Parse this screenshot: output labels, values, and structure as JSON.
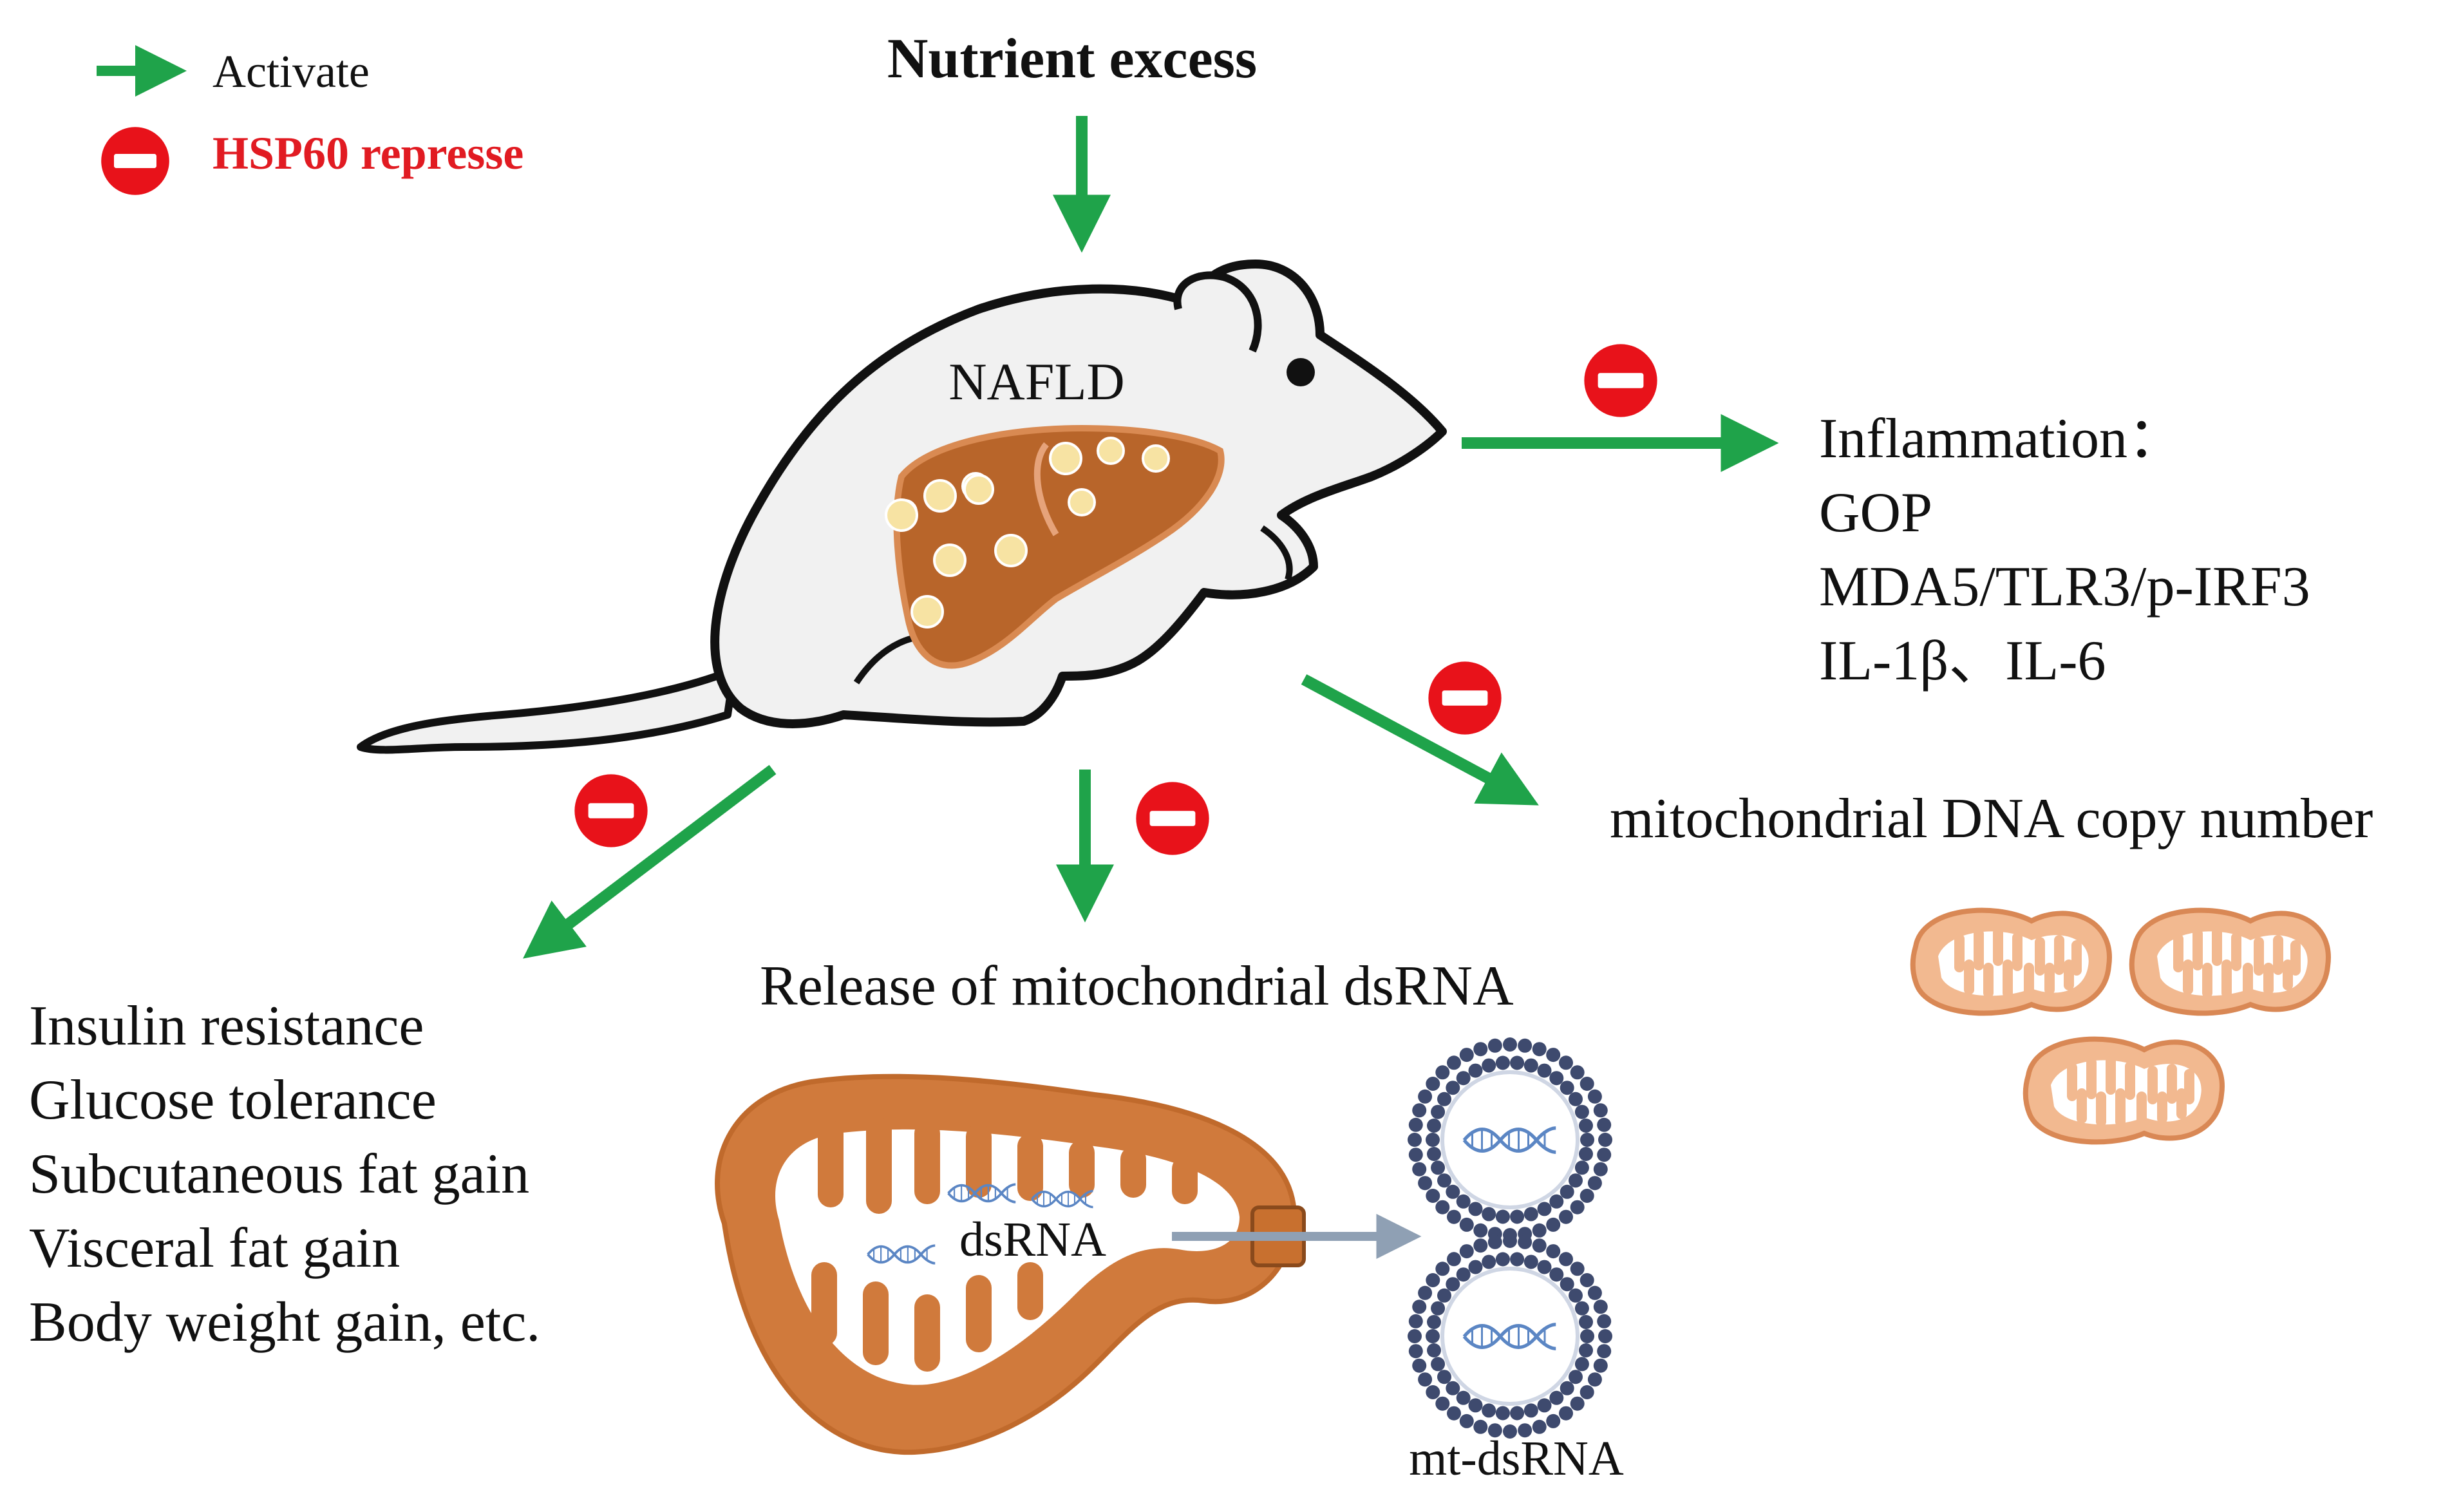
{
  "legend": {
    "activate_label": "Activate",
    "repress_label": "HSP60 represse"
  },
  "colors": {
    "activate_arrow": "#1fa34a",
    "repress_symbol": "#e8121a",
    "repress_text": "#e11b22",
    "liver": "#b8652a",
    "mitochondrion": "#d07a3c",
    "mouse_fill": "#f1f1f1",
    "text": "#111111",
    "dna": "#5b86c4",
    "vesicle": "#3e4a6e"
  },
  "nodes": {
    "top_input": "Nutrient excess",
    "center": "NAFLD",
    "inflammation": {
      "heading": "Inflammation：",
      "lines": [
        "GOP",
        "MDA5/TLR3/p-IRF3",
        "IL-1β、IL-6"
      ]
    },
    "mtdna": "mitochondrial DNA copy number",
    "dsrna_release": "Release of mitochondrial dsRNA",
    "dsrna_label": "dsRNA",
    "mt_dsrna_label": "mt-dsRNA",
    "metabolic": {
      "lines": [
        "Insulin resistance",
        "Glucose tolerance",
        "Subcutaneous fat gain",
        "Visceral fat gain",
        "Body weight gain, etc."
      ]
    }
  },
  "icons": {
    "legend_arrow": "green-arrow-icon",
    "legend_repress": "no-entry-icon",
    "mouse": "mouse-illustration",
    "liver": "fatty-liver-icon",
    "mitochondrion": "mitochondrion-icon",
    "vesicle": "vesicle-icon",
    "dna": "dna-helix-icon"
  }
}
